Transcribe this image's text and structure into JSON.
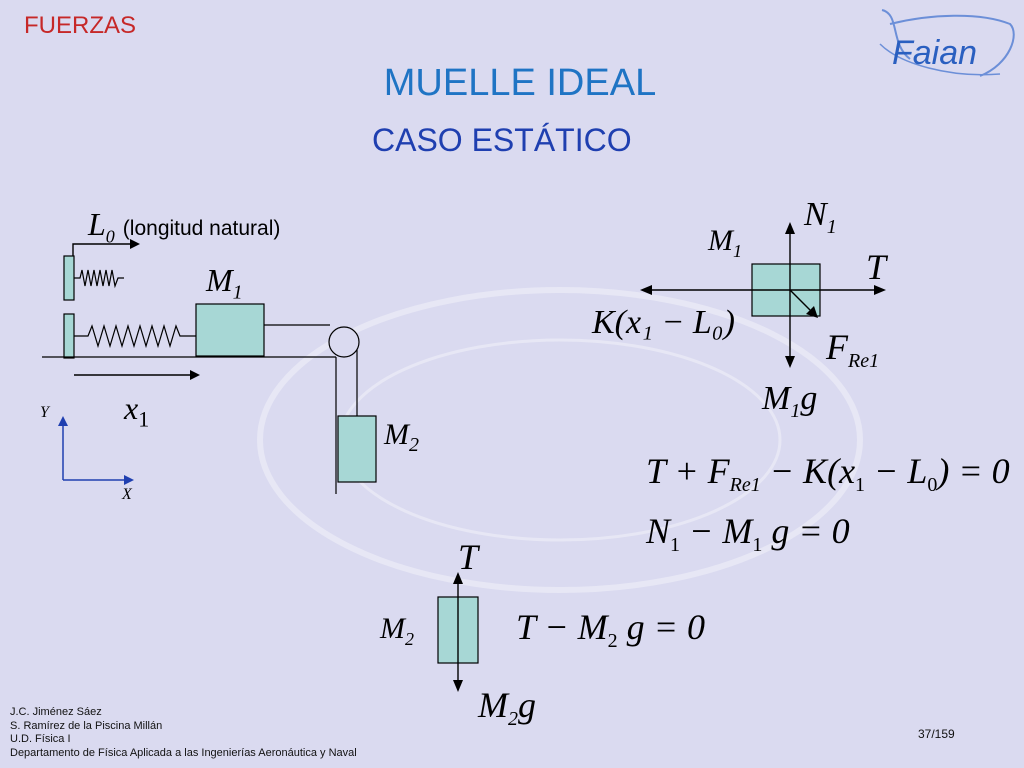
{
  "header": {
    "topic": "FUERZAS",
    "title": "MUELLE IDEAL",
    "subtitle": "CASO ESTÁTICO",
    "logo_text": "Faian"
  },
  "diagram": {
    "l0_symbol": "L",
    "l0_sub": "0",
    "l0_note": "(longitud natural)",
    "m1_symbol": "M",
    "m1_sub": "1",
    "m2_symbol": "M",
    "m2_sub": "2",
    "x1_symbol": "x",
    "x1_sub": "1",
    "axis_y": "Y",
    "axis_x": "X"
  },
  "fbd1": {
    "n_symbol": "N",
    "n_sub": "1",
    "t_symbol": "T",
    "m_symbol": "M",
    "m_sub": "1",
    "spring_force": "K(x₁ − L₀)",
    "f_symbol": "F",
    "f_sub": "Re1",
    "weight_symbol": "M",
    "weight_sub": "1",
    "weight_g": "g"
  },
  "fbd2": {
    "t_symbol": "T",
    "m_symbol": "M",
    "m_sub": "2",
    "weight_symbol": "M",
    "weight_sub": "2",
    "weight_g": "g"
  },
  "equations": {
    "eq1": "T + F_Re1 − K(x_1 − L_0) = 0",
    "eq2": "N_1 − M_1 g = 0",
    "eq3": "T − M_2 g = 0"
  },
  "footer": {
    "credits": [
      "J.C. Jiménez Sáez",
      "S. Ramírez de la Piscina Millán",
      "U.D. Física I",
      "Departamento de Física Aplicada a las Ingenierías Aeronáutica y Naval"
    ],
    "page": "37/159"
  },
  "colors": {
    "background": "#dadaf0",
    "topic": "#c62828",
    "title": "#1f74c4",
    "subtitle": "#1f3fb0",
    "block_fill": "#a7d7d5",
    "logo": "#2a5fc0"
  }
}
